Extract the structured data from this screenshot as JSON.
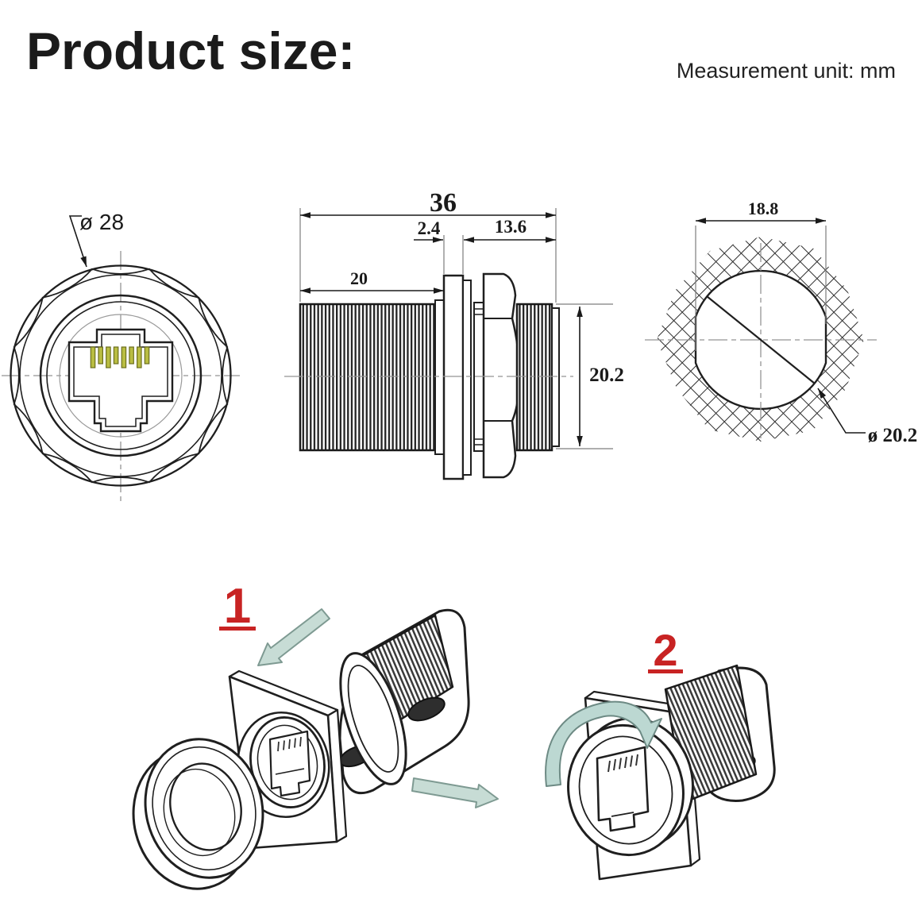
{
  "header": {
    "title": "Product size:",
    "unit_note": "Measurement unit: mm"
  },
  "front_view": {
    "diameter_label": "ø 28"
  },
  "side_view": {
    "dim_total": "36",
    "dim_flange": "2.4",
    "dim_nut": "13.6",
    "dim_thread": "20",
    "dim_height": "20.2"
  },
  "panel_view": {
    "dim_flats": "18.8",
    "dim_hole": "ø 20.2"
  },
  "steps": {
    "step1": "1",
    "step2": "2"
  },
  "colors": {
    "line": "#1f1f1f",
    "accent_red": "#c82323",
    "arrow_fill": "#c7dcd5",
    "arrow_stroke": "#7e9a92",
    "pin_fill": "#b9bd42"
  }
}
